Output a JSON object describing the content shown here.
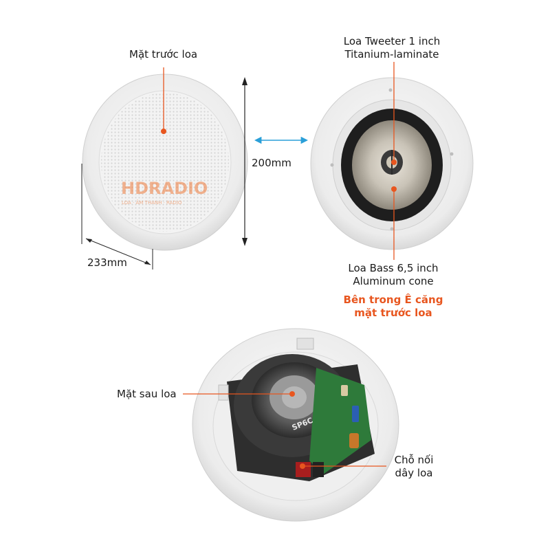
{
  "labels": {
    "front": "Mặt trước loa",
    "tweeter_line1": "Loa Tweeter 1 inch",
    "tweeter_line2": "Titanium-laminate",
    "bass_line1": "Loa Bass 6,5 inch",
    "bass_line2": "Aluminum cone",
    "inside_line1": "Bên trong Ê căng",
    "inside_line2": "mặt trước loa",
    "back": "Mặt sau loa",
    "connector_line1": "Chỗ nối",
    "connector_line2": "dây loa"
  },
  "dimensions": {
    "height": "200mm",
    "diameter": "233mm"
  },
  "watermark": {
    "brand": "HDRADIO",
    "tagline": "LOA · ÂM THANH · RADIO"
  },
  "speaker_badge": "SP6C",
  "colors": {
    "accent": "#e8561f",
    "arrow": "#2a9fd8",
    "dim_line": "#222222",
    "watermark": "#ee7a3a"
  }
}
